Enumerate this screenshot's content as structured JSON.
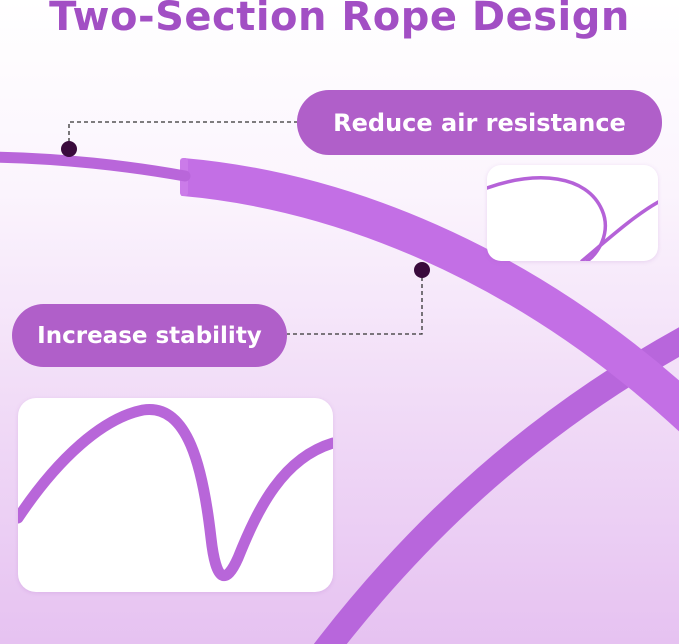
{
  "title": "Two-Section Rope Design",
  "callouts": {
    "air_resistance": "Reduce air resistance",
    "stability": "Increase stability"
  },
  "colors": {
    "title": "#a24fc4",
    "pill": "#b05fc9",
    "rope": "#b562d8",
    "rope_sleeve": "#c46ee6",
    "marker": "#3a0a3c"
  }
}
